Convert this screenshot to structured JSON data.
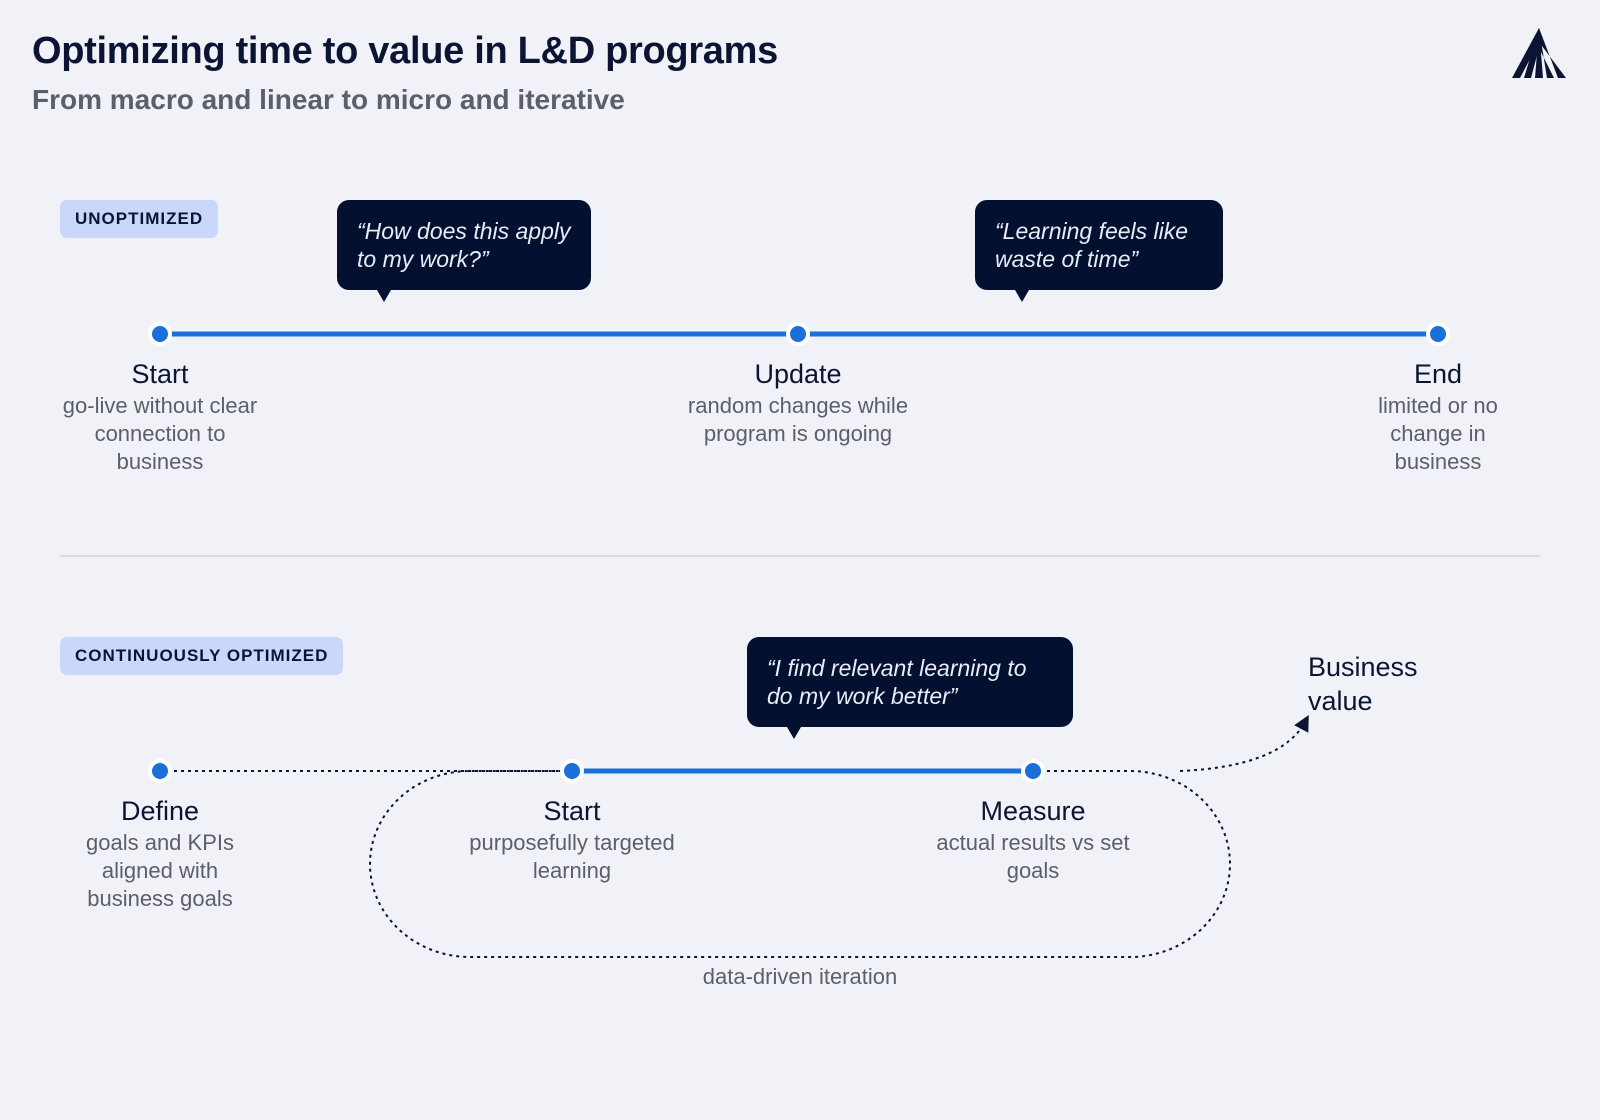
{
  "header": {
    "title": "Optimizing time to value in L&D programs",
    "subtitle": "From macro and linear to micro and iterative",
    "logo_icon": "brand-logo-icon"
  },
  "colors": {
    "background": "#f1f2f7",
    "accent_blue": "#1a6fd8",
    "bubble_bg": "#04102f",
    "badge_bg": "#c9d7fb",
    "text_dark": "#0b1533",
    "text_muted": "#5b5f6b"
  },
  "unoptimized": {
    "badge": "UNOPTIMIZED",
    "bubbles": [
      {
        "text": "“How does this apply to my work?”"
      },
      {
        "text": "“Learning feels like waste of time”"
      }
    ],
    "nodes": [
      {
        "title": "Start",
        "desc": "go-live without clear connection to business"
      },
      {
        "title": "Update",
        "desc": "random changes while program is ongoing"
      },
      {
        "title": "End",
        "desc": "limited or no change in business"
      }
    ]
  },
  "optimized": {
    "badge": "CONTINUOUSLY OPTIMIZED",
    "bubble": {
      "text": "“I find relevant learning to do my work better”"
    },
    "nodes": [
      {
        "title": "Define",
        "desc": "goals and KPIs aligned with business goals"
      },
      {
        "title": "Start",
        "desc": "purposefully targeted learning"
      },
      {
        "title": "Measure",
        "desc": "actual results vs set goals"
      }
    ],
    "loop_caption": "data-driven iteration",
    "outcome": "Business value"
  }
}
